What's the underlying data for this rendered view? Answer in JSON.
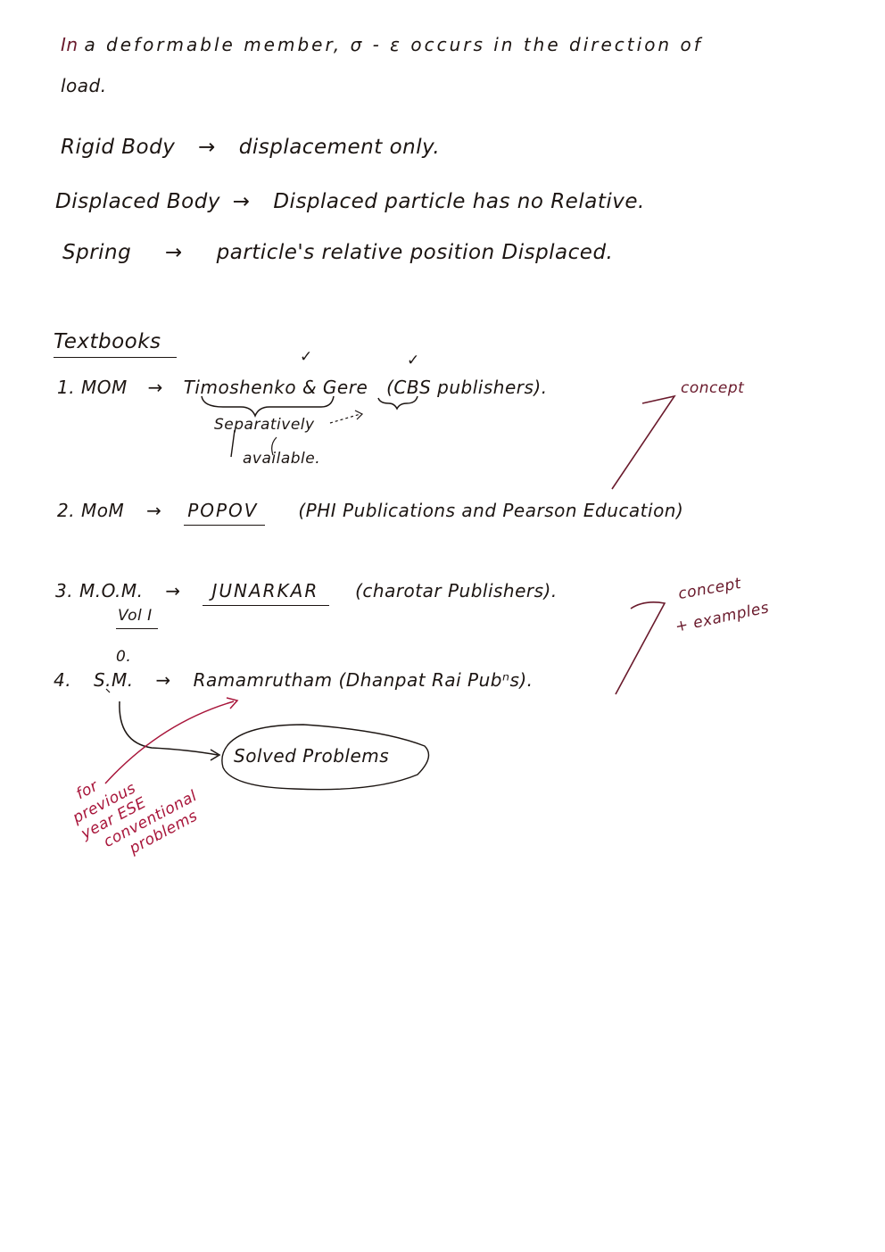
{
  "intro": {
    "first_word": "In",
    "line1_rest": "a  deformable  member,  σ - ε  occurs  in  the  direction  of",
    "line2": "load."
  },
  "definitions": [
    {
      "term": "Rigid Body",
      "arrow": "→",
      "meaning": "displacement only."
    },
    {
      "term": "Displaced Body",
      "arrow": "→",
      "meaning": "Displaced particle has no Relative."
    },
    {
      "term": "Spring",
      "arrow": "→",
      "meaning": "particle's relative position Displaced."
    }
  ],
  "textbooks": {
    "heading": "Textbooks",
    "items": [
      {
        "number": "1.",
        "subject": "MOM",
        "arrow": "→",
        "author1": "Timoshenko",
        "amp": "&",
        "author2": "Gere",
        "publisher": "(CBS publishers).",
        "note_line1": "Separatively",
        "note_line2": "available.",
        "tick": "✓"
      },
      {
        "number": "2.",
        "subject": "MoM",
        "arrow": "→",
        "author": "POPOV",
        "publisher": "(PHI  Publications  and  Pearson Education)"
      },
      {
        "number": "3.",
        "subject": "M.O.M.",
        "subject_sub": "Vol I",
        "arrow": "→",
        "author": "JUNARKAR",
        "publisher": "(charotar  Publishers)."
      },
      {
        "number": "4.",
        "subject": "S.M.",
        "subject_super": "0.",
        "arrow": "→",
        "author": "Ramamrutham",
        "publisher": "(Dhanpat Rai  Pubⁿs)."
      }
    ],
    "solved_problems": "Solved  Problems"
  },
  "annotations": {
    "concept": "concept",
    "concept_examples_line1": "concept",
    "concept_examples_line2": "+ examples",
    "ese_lines": [
      "for",
      "previous",
      "year ESE",
      "conventional",
      "problems"
    ]
  },
  "colors": {
    "ink": "#1c1512",
    "maroon": "#6a1a2c",
    "red": "#a8153a"
  }
}
